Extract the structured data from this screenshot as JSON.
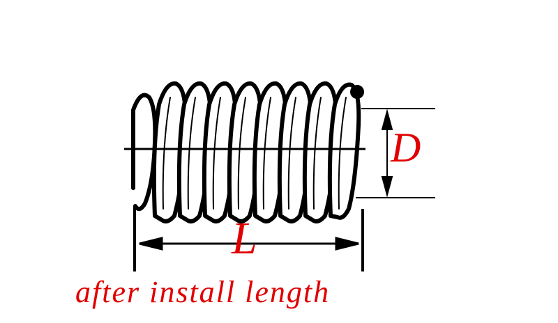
{
  "labels": {
    "diameter": "D",
    "length": "L",
    "caption": "after install length"
  },
  "colors": {
    "label_red": "#e00000",
    "line_black": "#000000"
  }
}
